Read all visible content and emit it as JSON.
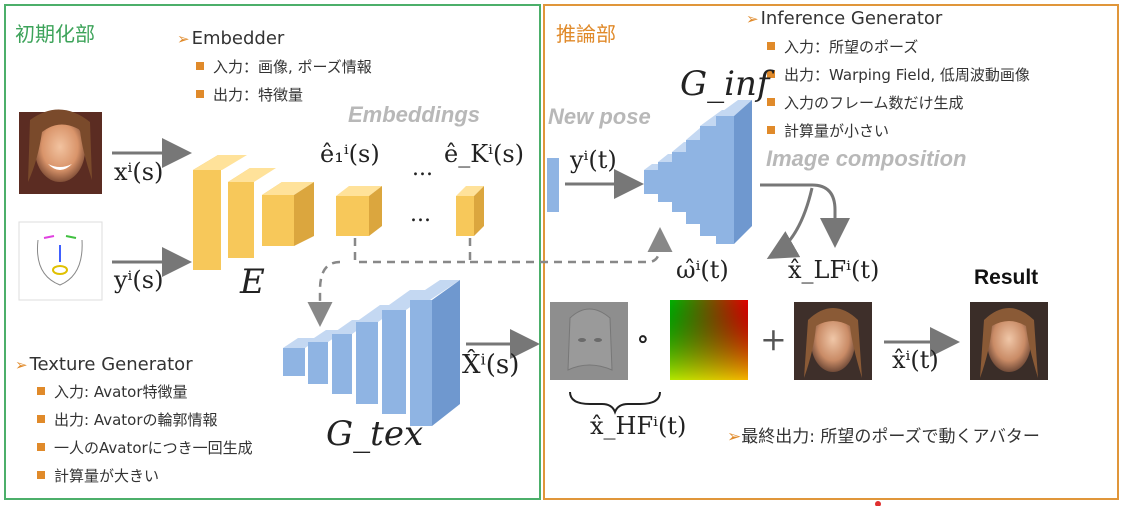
{
  "left_section": {
    "title": "初期化部",
    "embedder": {
      "title": "Embedder",
      "items": [
        "入力：画像, ポーズ情報",
        "出力：特徴量"
      ]
    },
    "texture_generator": {
      "title": "Texture Generator",
      "items": [
        "入力: Avator特徴量",
        "出力: Avatorの輪郭情報",
        "一人のAvatorにつき一回生成",
        "計算量が大きい"
      ]
    }
  },
  "right_section": {
    "title": "推論部",
    "inference_generator": {
      "title": "Inference Generator",
      "items": [
        "入力：所望のポーズ",
        "出力：Warping Field, 低周波動画像",
        "入力のフレーム数だけ生成",
        "計算量が小さい"
      ]
    },
    "final_output": "最終出力: 所望のポーズで動くアバター"
  },
  "diagram": {
    "labels": {
      "embeddings": "Embeddings",
      "new_pose": "New pose",
      "image_composition": "Image composition",
      "result": "Result",
      "ellipsis": "...",
      "composition_circle": "∘",
      "plus": "+"
    },
    "math": {
      "x_s": "xⁱ(s)",
      "y_s": "yⁱ(s)",
      "E": "E",
      "e1": "ê₁ⁱ(s)",
      "eK": "ê_Kⁱ(s)",
      "y_t": "yⁱ(t)",
      "G_inf": "G_inf",
      "G_tex": "G_tex",
      "X_s": "X̂ⁱ(s)",
      "omega_t": "ω̂ⁱ(t)",
      "x_LF": "x̂_LFⁱ(t)",
      "x_HF": "x̂_HFⁱ(t)",
      "x_t": "x̂ⁱ(t)"
    }
  },
  "colors": {
    "left_border": "#4caf6a",
    "right_border": "#e0963a",
    "accent_orange": "#e08a2a",
    "embedder_block": "#f7c85a",
    "generator_block": "#8fb4e3"
  }
}
